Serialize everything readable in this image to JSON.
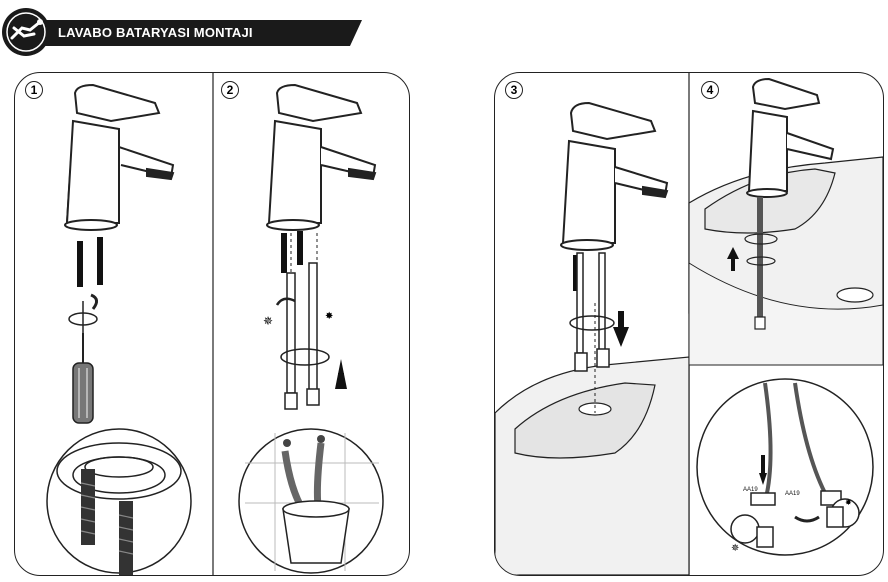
{
  "header": {
    "title": "LAVABO BATARYASI MONTAJI"
  },
  "steps": [
    "1",
    "2",
    "3",
    "4"
  ],
  "labels": {
    "valve_left": "AA19",
    "valve_right": "AA19"
  }
}
